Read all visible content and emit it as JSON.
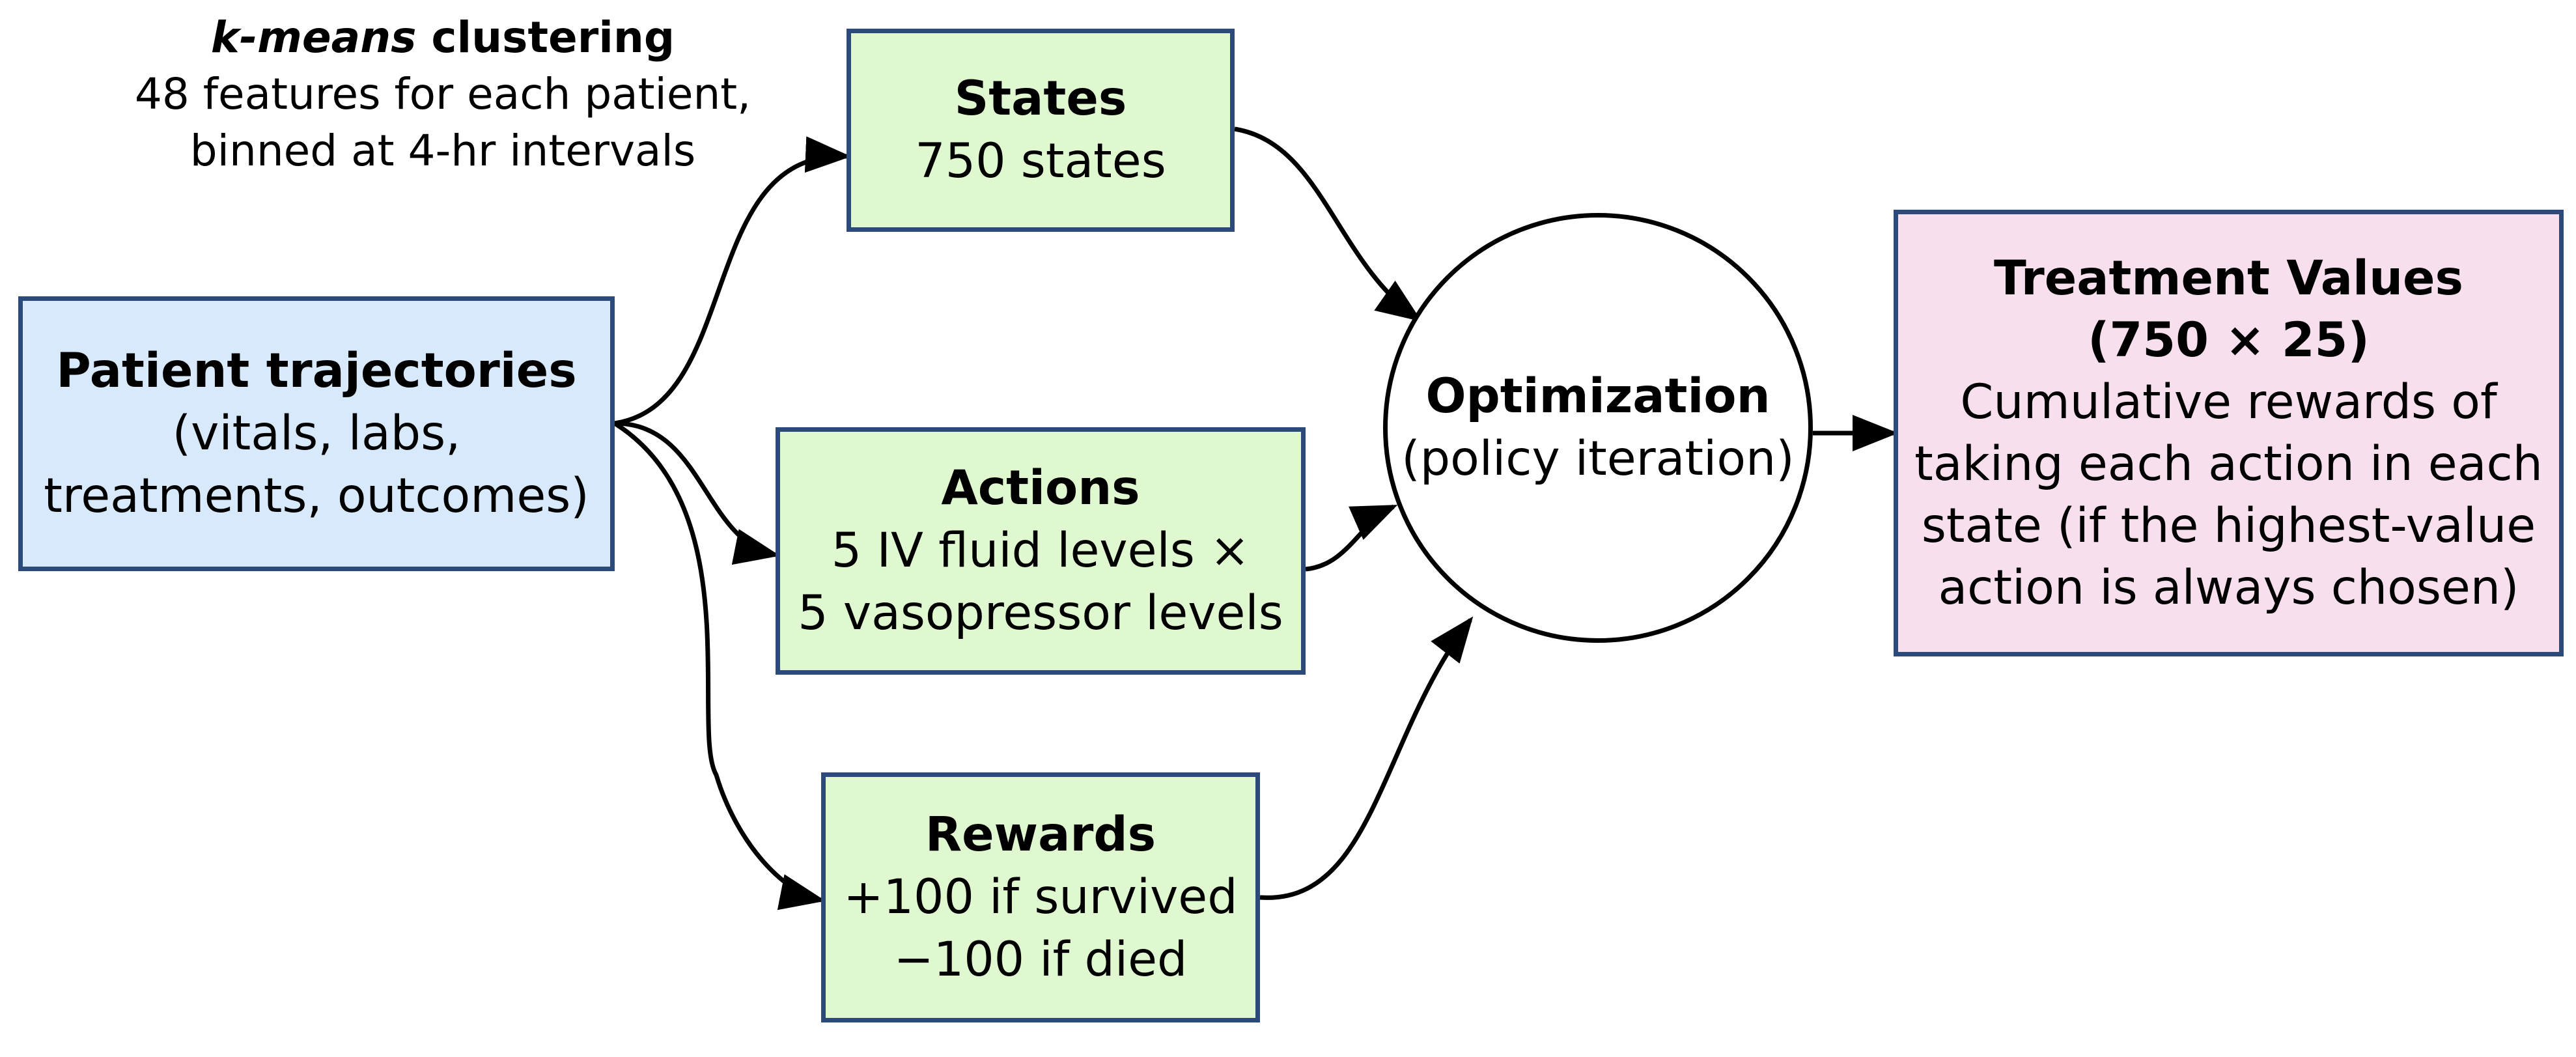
{
  "annotation": {
    "title_italic": "k-means",
    "title_rest": " clustering",
    "line1": "48 features for each patient,",
    "line2": "binned at 4-hr intervals"
  },
  "patient": {
    "title": "Patient trajectories",
    "line1": "(vitals, labs,",
    "line2": "treatments, outcomes)"
  },
  "states": {
    "title": "States",
    "line1": "750 states"
  },
  "actions": {
    "title": "Actions",
    "line1": "5 IV fluid levels ×",
    "line2": "5 vasopressor levels"
  },
  "rewards": {
    "title": "Rewards",
    "line1": "+100 if survived",
    "line2": "−100 if died"
  },
  "optimization": {
    "title": "Optimization",
    "line1": "(policy iteration)"
  },
  "treatment_values": {
    "title1": "Treatment Values",
    "title2": "(750 × 25)",
    "line1": "Cumulative rewards of",
    "line2": "taking each action in each",
    "line3": "state (if the highest-value",
    "line4": "action is always chosen)"
  },
  "colors": {
    "box_border": "#2b4a7a",
    "input_fill": "#d7e9fb",
    "component_fill": "#e0f8cf",
    "output_fill": "#f8dfee",
    "arrow": "#000000"
  }
}
